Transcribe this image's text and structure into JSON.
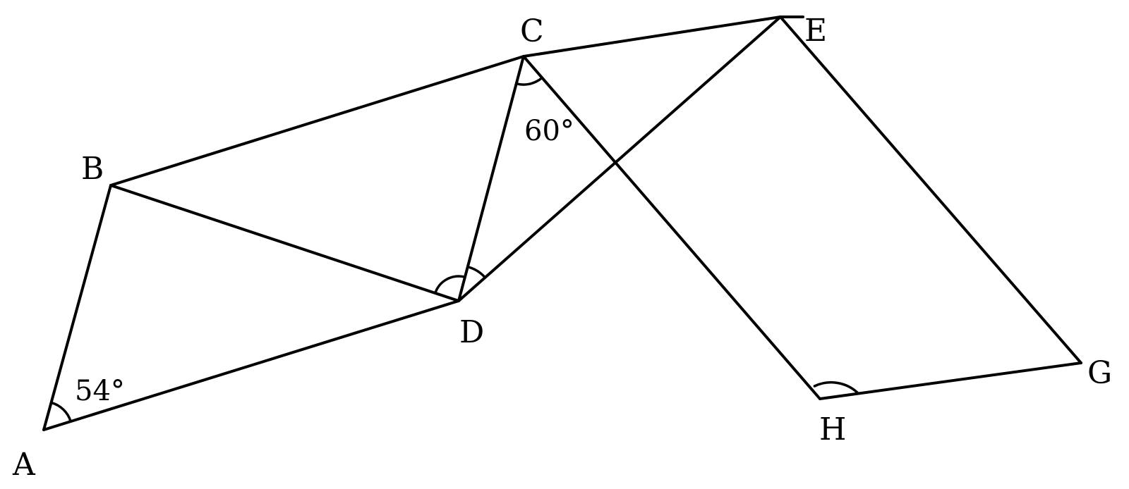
{
  "points": {
    "A": "A",
    "B": "B",
    "C": "C",
    "D": "D",
    "E": "E",
    "G": "G",
    "H": "H"
  },
  "angles": {
    "at_A": "54°",
    "at_C": "60°"
  }
}
